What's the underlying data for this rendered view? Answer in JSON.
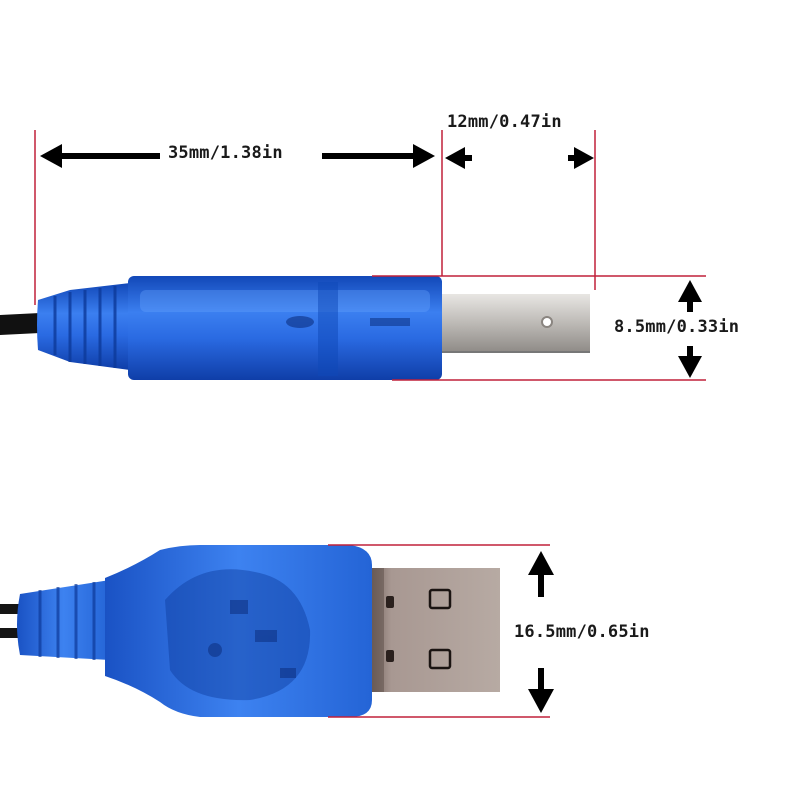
{
  "dimensions": {
    "length_body": "35mm/1.38in",
    "length_plug": "12mm/0.47in",
    "height_side": "8.5mm/0.33in",
    "width_top": "16.5mm/0.65in"
  },
  "colors": {
    "guide_line": "#c0203a",
    "housing_blue": "#1f63d6",
    "arrow": "#000000",
    "metal": "#c9c7c4"
  }
}
